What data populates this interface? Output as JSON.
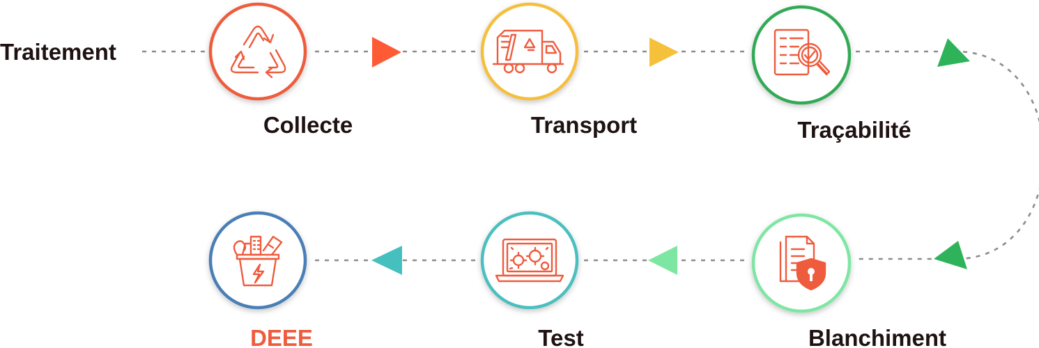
{
  "start_label": "Traitement",
  "steps": [
    {
      "label": "Collecte",
      "icon": "recycle-icon",
      "ring_color": "#ee5b3d"
    },
    {
      "label": "Transport",
      "icon": "recycling-truck-icon",
      "ring_color": "#f5bf3d"
    },
    {
      "label": "Traçabilité",
      "icon": "checklist-magnifier-icon",
      "ring_color": "#33aa55"
    },
    {
      "label": "Blanchiment",
      "icon": "documents-shield-icon",
      "ring_color": "#7ee6a3"
    },
    {
      "label": "Test",
      "icon": "laptop-gears-icon",
      "ring_color": "#4bbfbf"
    },
    {
      "label": "DEEE",
      "icon": "e-waste-bin-icon",
      "ring_color": "#4a7fb5"
    }
  ],
  "arrow_colors": [
    "#ff5a36",
    "#f5c03a",
    "#2fb35a",
    "#2fb35a",
    "#7ee6a3",
    "#46bfbf"
  ],
  "label_color": "#1f1212",
  "accent_label_color": "#ee5b3d",
  "icon_color": "#ee5b3d"
}
